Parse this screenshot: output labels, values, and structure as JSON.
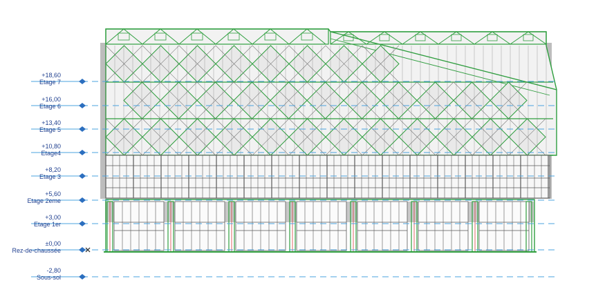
{
  "view": {
    "type": "elevation",
    "levels": [
      {
        "key": "etage7",
        "elevation": "+18,60",
        "name": "Etage 7"
      },
      {
        "key": "etage6",
        "elevation": "+16,00",
        "name": "Etage 6"
      },
      {
        "key": "etage5",
        "elevation": "+13,40",
        "name": "Etage 5"
      },
      {
        "key": "etage4",
        "elevation": "+10,80",
        "name": "Etage4"
      },
      {
        "key": "etage3",
        "elevation": "+8,20",
        "name": "Etage 3"
      },
      {
        "key": "etage2",
        "elevation": "+5,60",
        "name": "Etage 2eme"
      },
      {
        "key": "etage1",
        "elevation": "+3,00",
        "name": "Etage 1er"
      },
      {
        "key": "rdc",
        "elevation": "±0,00",
        "name": "Rez-de-chaussée"
      },
      {
        "key": "sous-sol",
        "elevation": "-2,80",
        "name": "Sous-sol"
      }
    ],
    "colors": {
      "level_line": "#4aa3df",
      "level_text": "#1f3f8f",
      "structure": "#2e9e3e",
      "mullion": "#5a5a5a",
      "shadow": "#bdbdbd",
      "panel": "#f2f2f2",
      "accent": "#d94040"
    },
    "icons": {
      "origin_marker": "x-mark-icon",
      "level_head": "level-arrow-icon"
    }
  }
}
